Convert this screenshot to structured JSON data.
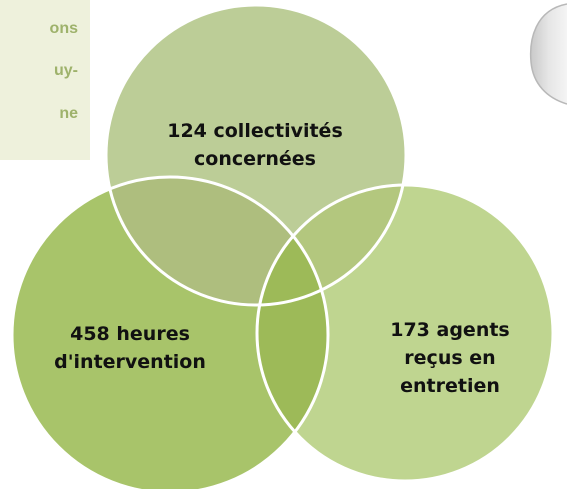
{
  "side_note": {
    "lines": [
      "ons",
      "uy-",
      "ne"
    ]
  },
  "venn": {
    "colors": {
      "top_fill": "#bccd97",
      "left_fill": "#a8c46a",
      "right_fill": "#bfd590",
      "overlap_fill": "#9dba58",
      "stroke": "#ffffff"
    },
    "circles": [
      {
        "id": "top",
        "label": "124 collectivités\nconcernées"
      },
      {
        "id": "left",
        "label": "458 heures\nd'intervention"
      },
      {
        "id": "right",
        "label": "173 agents\nreçus en\nentretien"
      }
    ]
  },
  "decoration": {
    "corner_icon": "gray-disc-fragment"
  }
}
